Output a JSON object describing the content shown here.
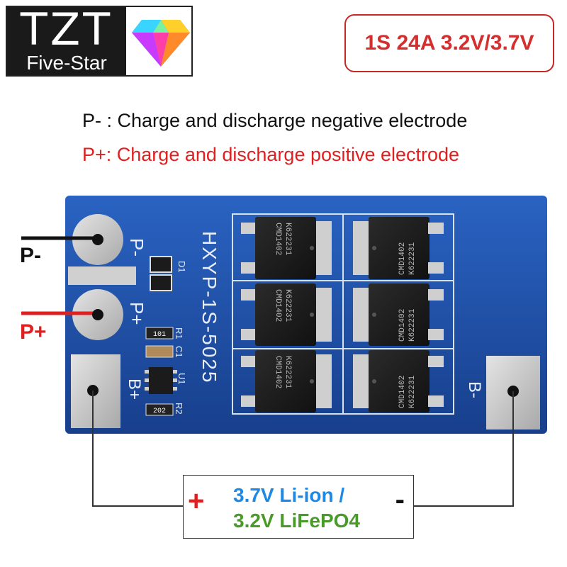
{
  "logo": {
    "brand": "TZT",
    "subtitle": "Five-Star",
    "icon": "diamond-gem-icon"
  },
  "spec_badge": "1S 24A 3.2V/3.7V",
  "descriptions": {
    "negative": "P- : Charge and discharge negative electrode",
    "positive": "P+: Charge and discharge positive electrode"
  },
  "board": {
    "model": "HXYP-1S-5025",
    "pad_labels": {
      "p_minus": "P-",
      "p_plus": "P+",
      "b_plus": "B+",
      "b_minus": "B-"
    },
    "component_labels": {
      "d1": "D1",
      "r1": "R1",
      "c1": "C1",
      "u1": "U1",
      "r2": "R2",
      "r1_code": "101",
      "r2_code": "202"
    },
    "mosfet": {
      "part": "CMD1402",
      "lot": "K622231"
    }
  },
  "wire_labels": {
    "p_minus": "P-",
    "p_plus": "P+"
  },
  "battery": {
    "plus": "+",
    "minus": "-",
    "line1": "3.7V Li-ion /",
    "line2": "3.2V LiFePO4"
  },
  "colors": {
    "board_blue": "#1f4fa6",
    "accent_red": "#e02020",
    "liion_blue": "#1e88e5",
    "lifepo4_green": "#4a9a2a",
    "pad_silver": "#c9c9c9"
  }
}
